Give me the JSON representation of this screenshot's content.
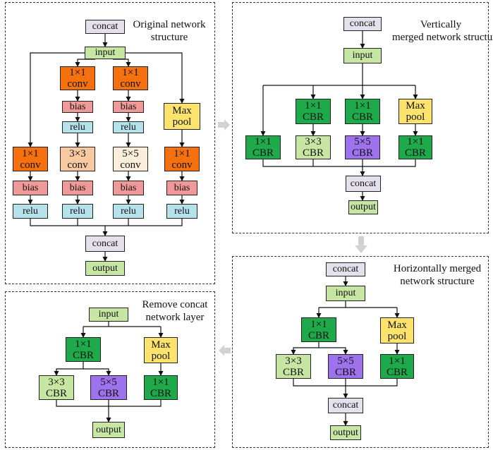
{
  "colors": {
    "concat": "#e4e1ec",
    "io": "#c8e6a3",
    "conv_orange": "#f5700f",
    "conv_peach": "#f8c9a0",
    "conv_cream": "#fbeddc",
    "bias": "#ef9a98",
    "relu": "#b6e2ec",
    "pool": "#fbe36d",
    "cbr_dark": "#1eaa4a",
    "cbr_light": "#c8e6a3",
    "cbr_purple": "#9d72ec"
  },
  "panels": {
    "original": {
      "title_line1": "Original network",
      "title_line2": "structure",
      "concat_top": "concat",
      "input": "input",
      "conv1_b1": "1×1",
      "conv1_b2": "conv",
      "conv2_b1": "1×1",
      "conv2_b2": "conv",
      "bias1": "bias",
      "bias2": "bias",
      "relu1": "relu",
      "relu2": "relu",
      "pool_1": "Max",
      "pool_2": "pool",
      "c1_1": "1×1",
      "c1_2": "conv",
      "c3_1": "3×3",
      "c3_2": "conv",
      "c5_1": "5×5",
      "c5_2": "conv",
      "c1b_1": "1×1",
      "c1b_2": "conv",
      "biasA": "bias",
      "biasB": "bias",
      "biasC": "bias",
      "biasD": "bias",
      "reluA": "relu",
      "reluB": "relu",
      "reluC": "relu",
      "reluD": "relu",
      "concat_bottom": "concat",
      "output": "output"
    },
    "vertical": {
      "title_line1": "Vertically",
      "title_line2": "merged",
      "title_line3": "network structure",
      "concat_top": "concat",
      "input": "input",
      "cbr_a_1": "1×1",
      "cbr_a_2": "CBR",
      "cbr_b_1": "1×1",
      "cbr_b_2": "CBR",
      "pool_1": "Max",
      "pool_2": "pool",
      "cbr1_1": "1×1",
      "cbr1_2": "CBR",
      "cbr3_1": "3×3",
      "cbr3_2": "CBR",
      "cbr5_1": "5×5",
      "cbr5_2": "CBR",
      "cbr1b_1": "1×1",
      "cbr1b_2": "CBR",
      "concat_bottom": "concat",
      "output": "output"
    },
    "horizontal": {
      "title_line1": "Horizontally merged",
      "title_line2": "network structure",
      "concat_top": "concat",
      "input": "input",
      "cbr_a_1": "1×1",
      "cbr_a_2": "CBR",
      "pool_1": "Max",
      "pool_2": "pool",
      "cbr3_1": "3×3",
      "cbr3_2": "CBR",
      "cbr5_1": "5×5",
      "cbr5_2": "CBR",
      "cbr1_1": "1×1",
      "cbr1_2": "CBR",
      "concat_bottom": "concat",
      "output": "output"
    },
    "remove": {
      "title_line1": "Remove concat",
      "title_line2": "network layer",
      "input": "input",
      "cbr_a_1": "1×1",
      "cbr_a_2": "CBR",
      "pool_1": "Max",
      "pool_2": "pool",
      "cbr3_1": "3×3",
      "cbr3_2": "CBR",
      "cbr5_1": "5×5",
      "cbr5_2": "CBR",
      "cbr1_1": "1×1",
      "cbr1_2": "CBR",
      "output": "output"
    }
  }
}
